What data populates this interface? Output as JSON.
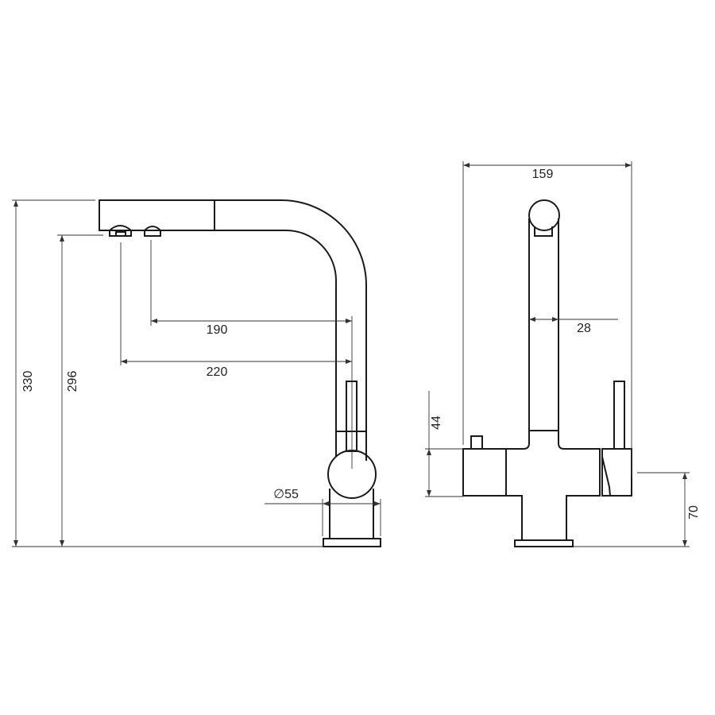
{
  "side_view": {
    "dim_total_height": "330",
    "dim_spout_height": "296",
    "dim_reach_inner": "190",
    "dim_reach_outer": "220",
    "dim_base_diameter": "∅55"
  },
  "front_view": {
    "dim_width": "159",
    "dim_spout_diameter": "28",
    "dim_body_height": "44",
    "dim_body_elevation": "70"
  },
  "colors": {
    "line": "#1a1a1a",
    "background": "#ffffff"
  }
}
